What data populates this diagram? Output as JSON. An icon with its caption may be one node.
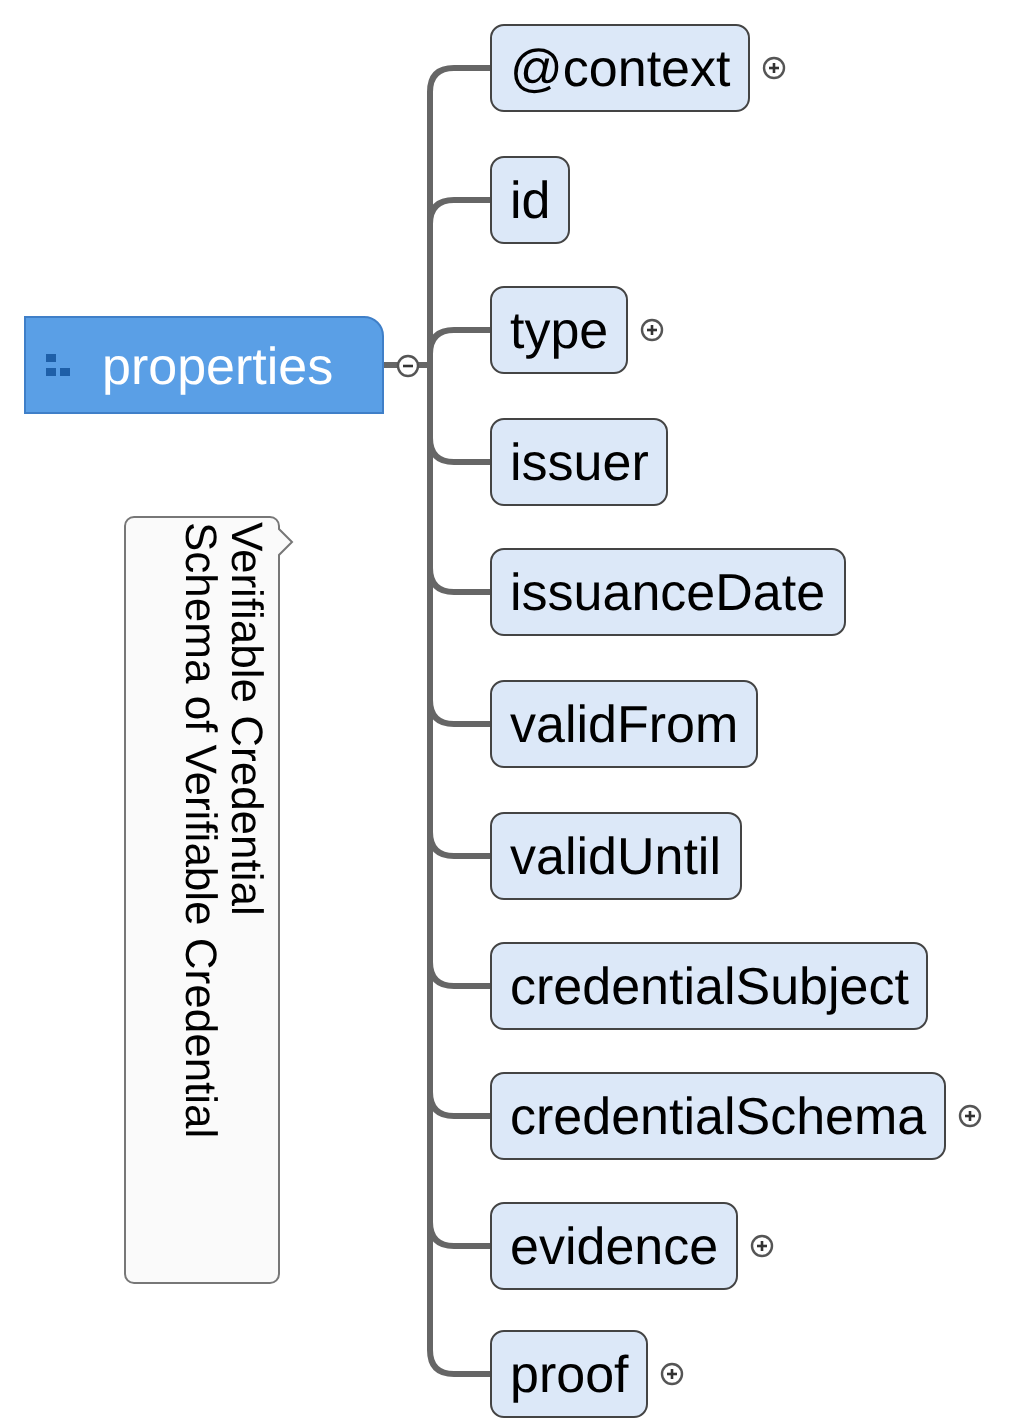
{
  "diagram": {
    "nodes": [
      {
        "text": [
          "properties"
        ]
      },
      {
        "text": [
          "@context"
        ]
      },
      {
        "text": [
          "id"
        ]
      },
      {
        "text": [
          "type"
        ]
      },
      {
        "text": [
          "issuer"
        ]
      },
      {
        "text": [
          "issuanceDate"
        ]
      },
      {
        "text": [
          "validFrom"
        ]
      },
      {
        "text": [
          "validUntil"
        ]
      },
      {
        "text": [
          "credentialSubject"
        ]
      },
      {
        "text": [
          "credentialSchema"
        ]
      },
      {
        "text": [
          "evidence"
        ]
      },
      {
        "text": [
          "proof"
        ]
      },
      {
        "text": [
          "Verifiable Credential",
          "Schema of Verifiable Credential"
        ]
      }
    ],
    "edges": [
      {
        "from": 0,
        "to": 1,
        "arrow": "none"
      },
      {
        "from": 0,
        "to": 2,
        "arrow": "none"
      },
      {
        "from": 0,
        "to": 3,
        "arrow": "none"
      },
      {
        "from": 0,
        "to": 4,
        "arrow": "none"
      },
      {
        "from": 0,
        "to": 5,
        "arrow": "none"
      },
      {
        "from": 0,
        "to": 6,
        "arrow": "none"
      },
      {
        "from": 0,
        "to": 7,
        "arrow": "none"
      },
      {
        "from": 0,
        "to": 8,
        "arrow": "none"
      },
      {
        "from": 0,
        "to": 9,
        "arrow": "none"
      },
      {
        "from": 0,
        "to": 10,
        "arrow": "none"
      },
      {
        "from": 0,
        "to": 11,
        "arrow": "none"
      }
    ]
  }
}
